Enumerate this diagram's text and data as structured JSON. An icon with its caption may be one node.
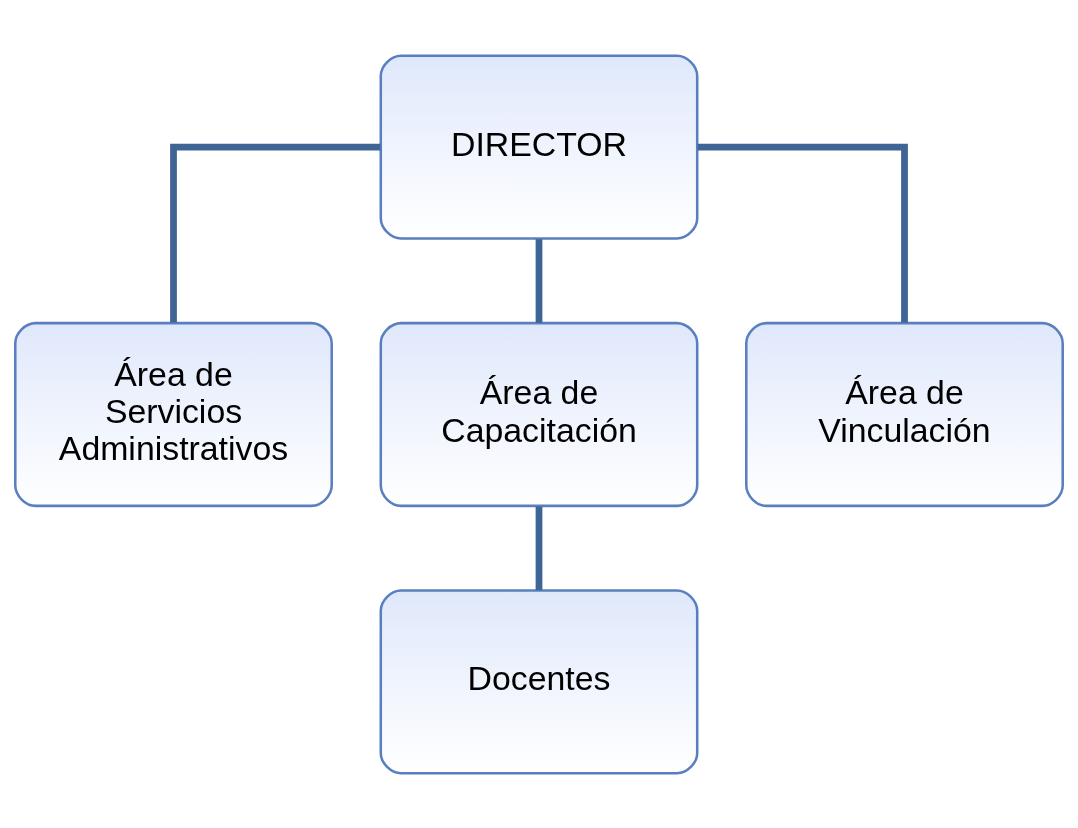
{
  "diagram": {
    "nodes": [
      {
        "text": [
          "DIRECTOR"
        ]
      },
      {
        "text": [
          "Área de Servicios Administrativos"
        ]
      },
      {
        "text": [
          "Área de Capacitación"
        ]
      },
      {
        "text": [
          "Área de Vinculación"
        ]
      },
      {
        "text": [
          "Docentes"
        ]
      }
    ],
    "edges": [
      {
        "from": 0,
        "to": 1,
        "arrow": "none"
      },
      {
        "from": 0,
        "to": 2,
        "arrow": "none"
      },
      {
        "from": 0,
        "to": 3,
        "arrow": "none"
      },
      {
        "from": 2,
        "to": 4,
        "arrow": "none"
      }
    ]
  }
}
